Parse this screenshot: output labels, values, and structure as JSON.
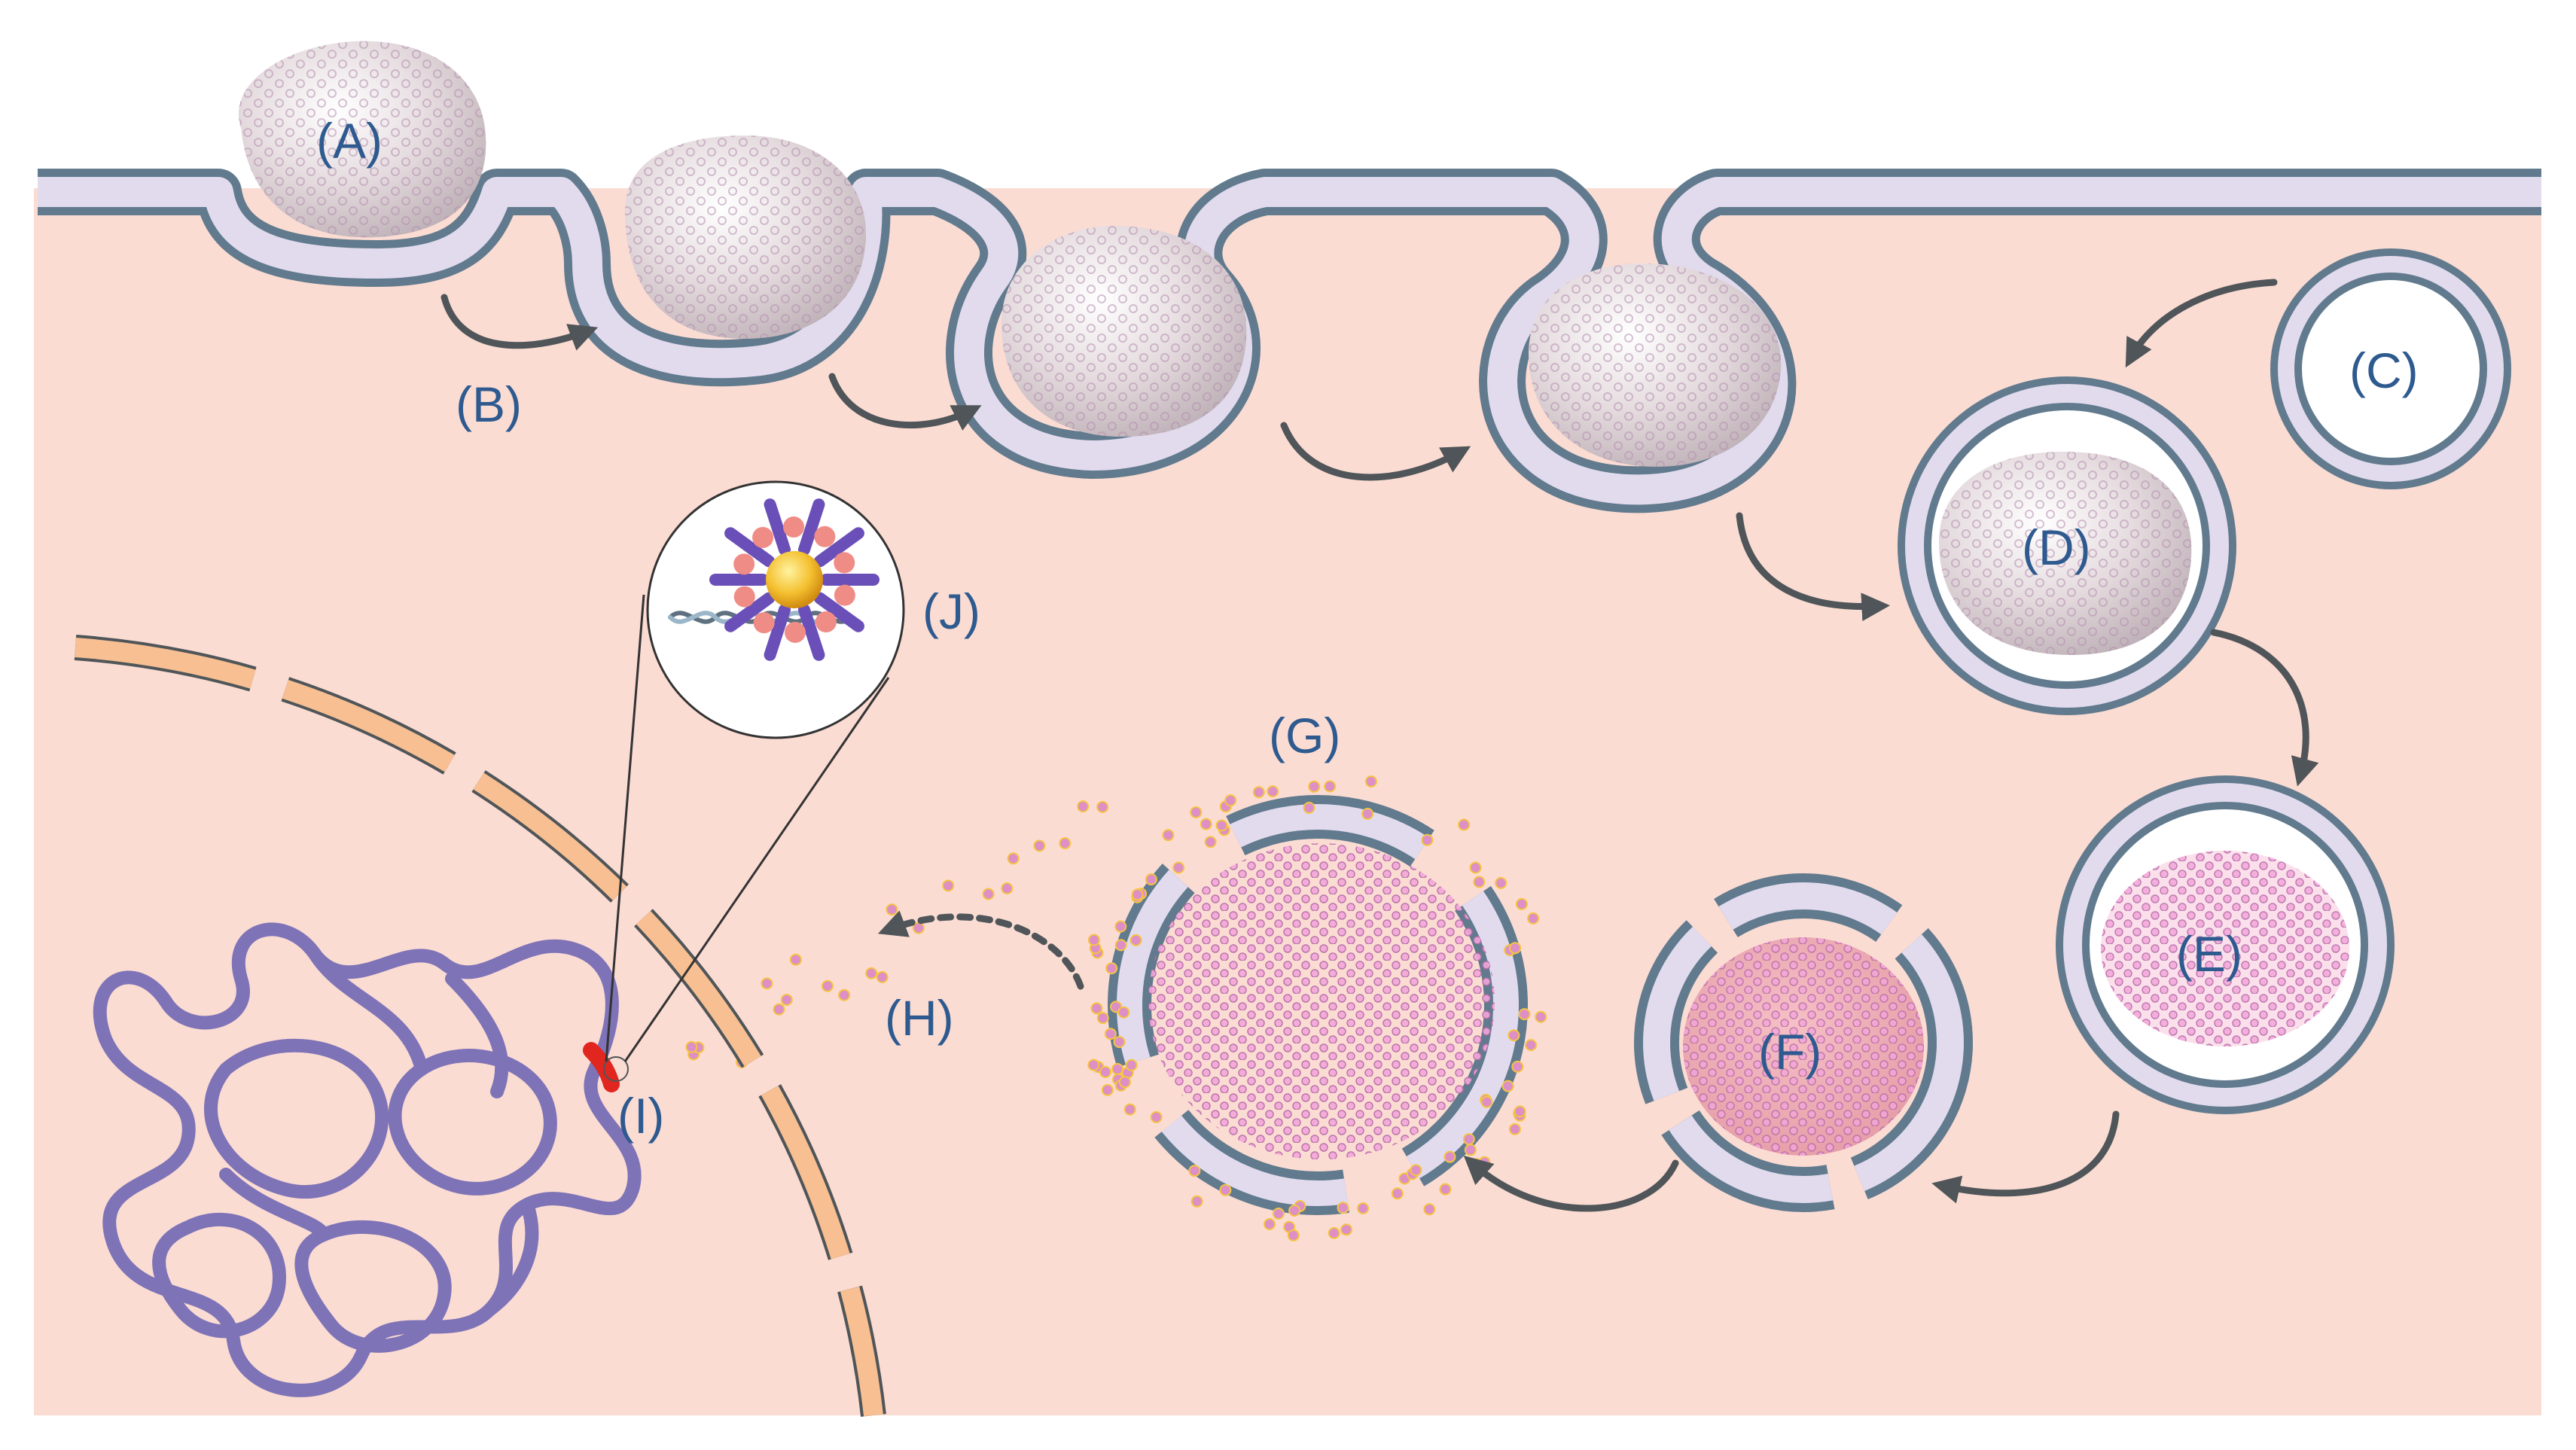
{
  "labels": {
    "A": "(A)",
    "B": "(B)",
    "C": "(C)",
    "D": "(D)",
    "E": "(E)",
    "F": "(F)",
    "G": "(G)",
    "H": "(H)",
    "I": "(I)",
    "J": "(J)"
  },
  "colors": {
    "cytoplasm": "#fbdcd3",
    "membrane_fill": "#e2dbee",
    "membrane_edge": "#617a8d",
    "nuclear_envelope": "#f7bf92",
    "chromatin": "#7e73b7",
    "arrow": "#4f5558",
    "particle": "#dd8fc6",
    "particle_core": "#f4c542",
    "label": "#2e5a8f",
    "target_site": "#e0261f"
  }
}
